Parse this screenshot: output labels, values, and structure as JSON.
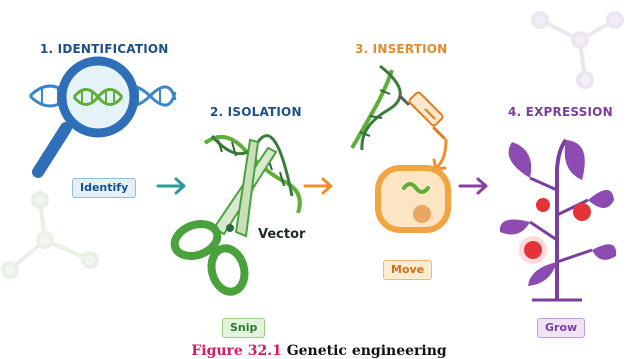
{
  "steps": [
    {
      "title": "1. IDENTIFICATION",
      "label": "Identify",
      "color": "#1d4f88"
    },
    {
      "title": "2. ISOLATION",
      "label": "Snip",
      "color": "#1d4f88"
    },
    {
      "title": "3. INSERTION",
      "label": "Move",
      "color": "#e6892c"
    },
    {
      "title": "4. EXPRESSION",
      "label": "Grow",
      "color": "#7a3f9e"
    }
  ],
  "vector_label": "Vector",
  "caption": {
    "number": "Figure 32.1",
    "text": "Genetic engineering"
  },
  "colors": {
    "dna_blue": "#3a86c8",
    "dna_green": "#5fae3a",
    "magnifier": "#2f6fb8",
    "scissors": "#49a23c",
    "cell": "#f4a341",
    "syringe": "#e07b24",
    "arrow_teal": "#2a9b9b",
    "arrow_orange": "#ee8f2e",
    "arrow_purple": "#8a3fa4",
    "leaf": "#8b4bb0",
    "fruit": "#e2343a"
  },
  "icons": [
    "magnifying-glass-icon",
    "dna-helix-icon",
    "scissors-icon",
    "syringe-icon",
    "cell-icon",
    "plant-icon"
  ]
}
